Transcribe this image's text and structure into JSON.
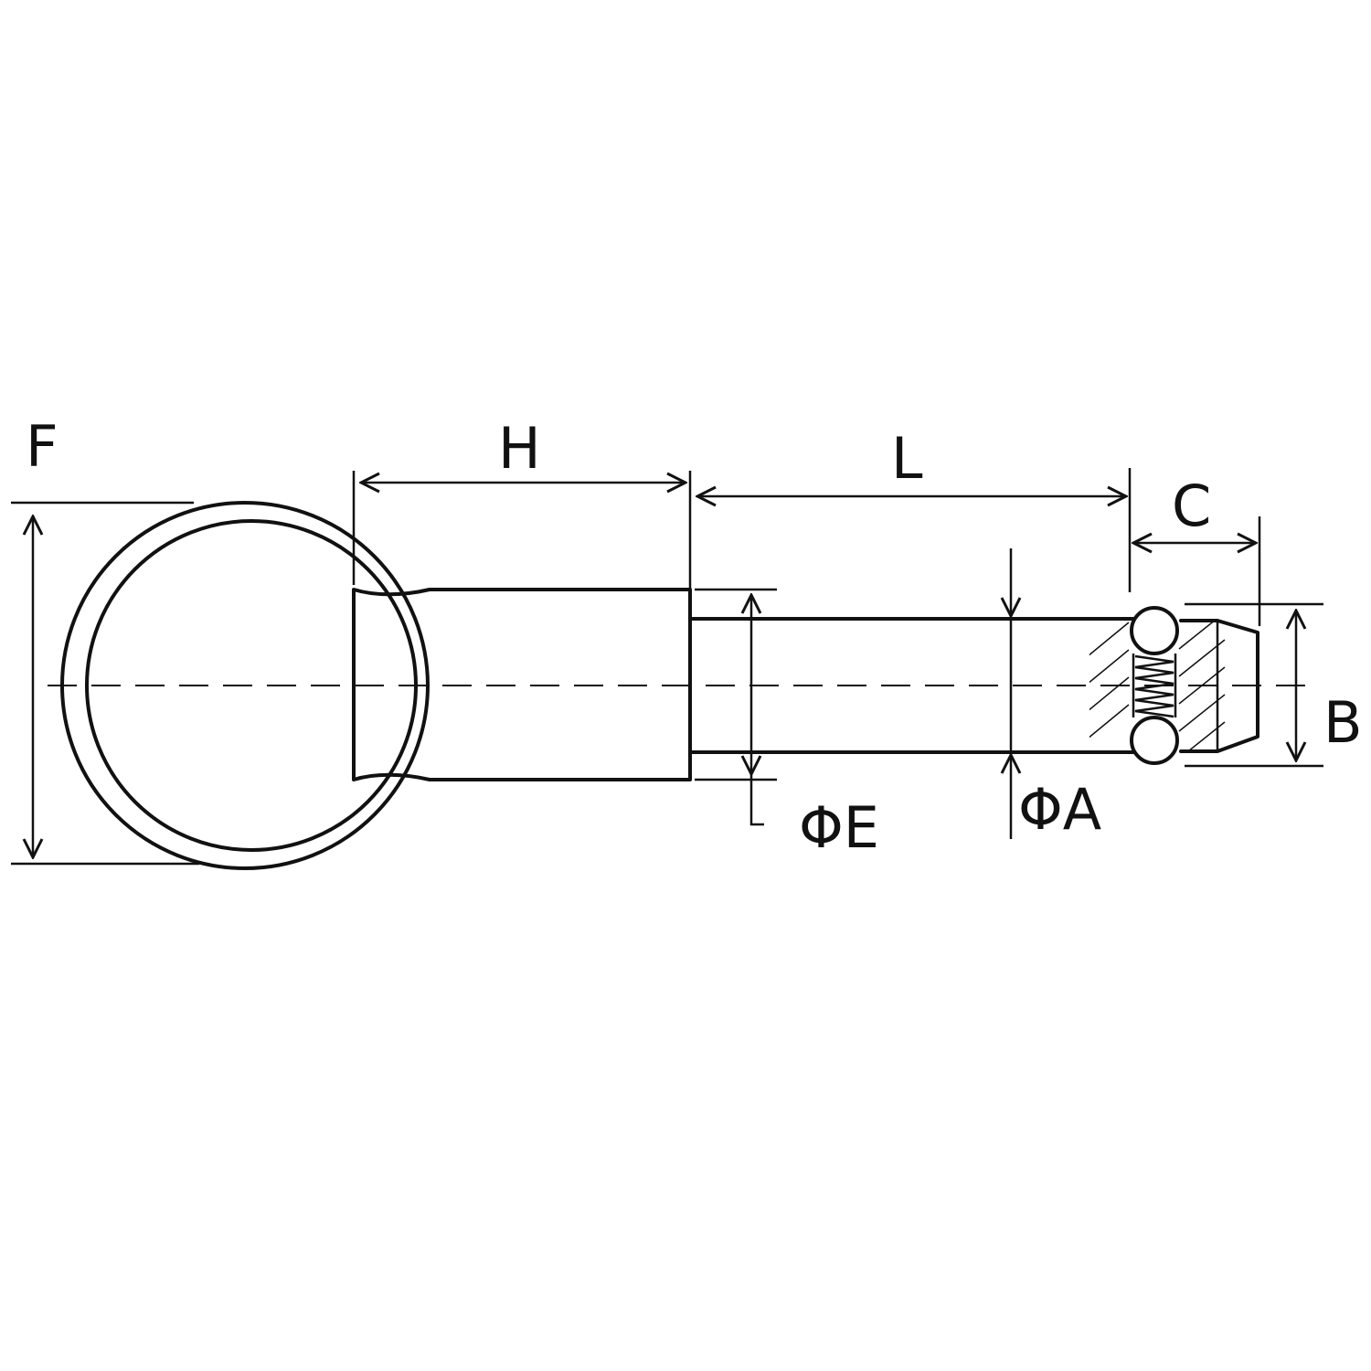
{
  "drawing": {
    "labels": {
      "F": "F",
      "H": "H",
      "L": "L",
      "C": "C",
      "B": "B",
      "E": "ΦE",
      "A": "ΦA"
    },
    "colors": {
      "line": "#111111",
      "background": "#ffffff"
    }
  }
}
